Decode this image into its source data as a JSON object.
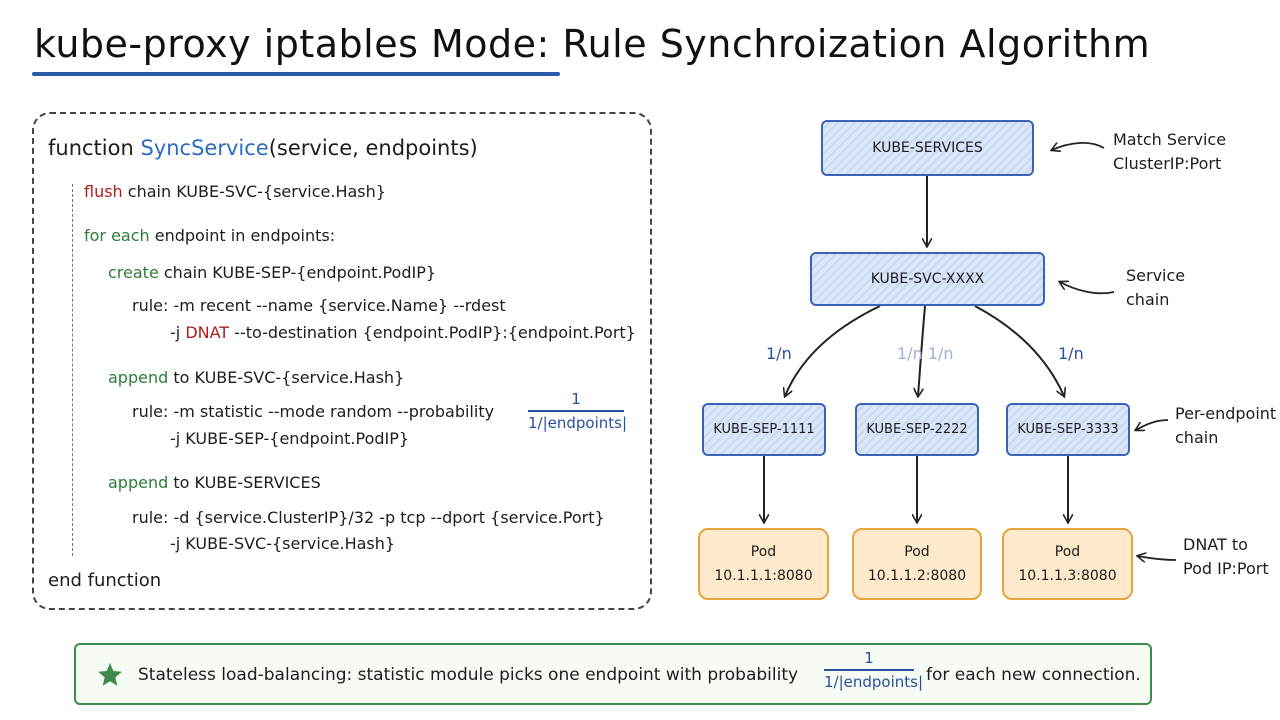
{
  "title": "kube-proxy iptables Mode: Rule Synchroization Algorithm",
  "code": {
    "function_kw": "function",
    "function_name": "SyncService",
    "function_params": "(service, endpoints)",
    "line1_kw": "flush",
    "line1_rest": " chain KUBE-SVC-{service.Hash}",
    "line2_kw": "for each",
    "line2_rest": " endpoint in endpoints:",
    "line3_kw": "create",
    "line3_rest": " chain KUBE-SEP-{endpoint.PodIP}",
    "line4": "rule: -m recent --name {service.Name} --rdest",
    "line5_pre": "-j ",
    "line5_kw": "DNAT",
    "line5_rest": " --to-destination {endpoint.PodIP}:{endpoint.Port}",
    "line6_kw": "append",
    "line6_rest": " to KUBE-SVC-{service.Hash}",
    "line7": "rule: -m statistic --mode random --probability",
    "line8": "-j KUBE-SEP-{endpoint.PodIP}",
    "line9_kw": "append",
    "line9_rest": " to KUBE-SERVICES",
    "line10": "rule: -d {service.ClusterIP}/32 -p tcp --dport {service.Port}",
    "line11": "-j KUBE-SVC-{service.Hash}",
    "end": "end function",
    "fraction_num": "1",
    "fraction_den": "1/|endpoints|"
  },
  "diagram": {
    "services_node": "KUBE-SERVICES",
    "svc_node": "KUBE-SVC-XXXX",
    "sep_nodes": [
      "KUBE-SEP-1111",
      "KUBE-SEP-2222",
      "KUBE-SEP-3333"
    ],
    "pod_label": "Pod",
    "pod_addrs": [
      "10.1.1.1:8080",
      "10.1.1.2:8080",
      "10.1.1.3:8080"
    ],
    "probabilities": [
      "1/n",
      "1/n 1/n",
      "1/n"
    ],
    "notes": {
      "services": [
        "Match Service",
        "ClusterIP:Port"
      ],
      "svc": [
        "Service",
        "chain"
      ],
      "sep": [
        "Per-endpoint",
        "chain"
      ],
      "pod": [
        "DNAT to",
        "Pod IP:Port"
      ]
    }
  },
  "footer": {
    "icon": "star-icon",
    "text_a": "Stateless load-balancing:  statistic module picks one endpoint with probability",
    "fraction_num": "1",
    "fraction_den": "1/|endpoints|",
    "text_b": "for each new connection."
  },
  "colors": {
    "accent_blue": "#2c5aa8",
    "node_blue_border": "#3a63b8",
    "pod_orange_border": "#e3a53c",
    "keyword_red": "#b01c1c",
    "keyword_green": "#2b7d3a",
    "footer_green": "#3d8a4b"
  }
}
